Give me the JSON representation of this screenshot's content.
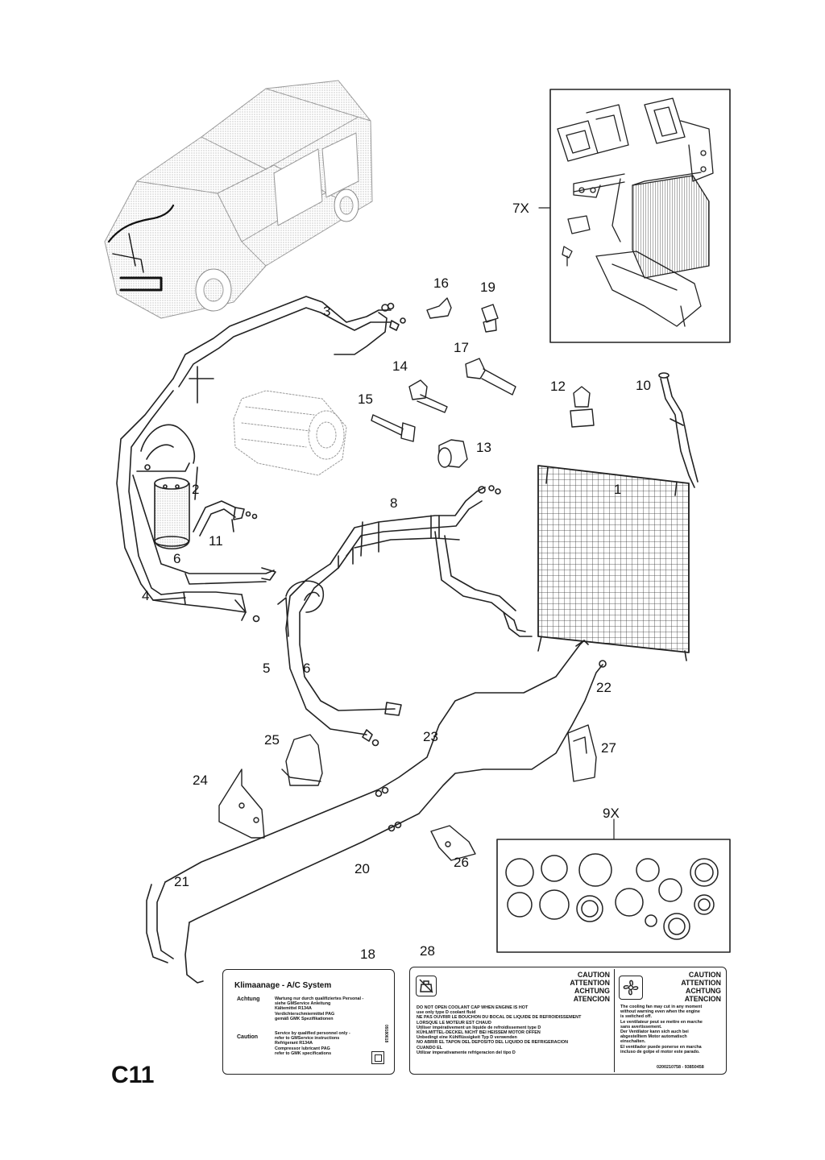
{
  "page": {
    "code": "C11"
  },
  "callouts": {
    "c1": "1",
    "c2": "2",
    "c3": "3",
    "c4": "4",
    "c5": "5",
    "c6a": "6",
    "c6b": "6",
    "c7x": "7X",
    "c8": "8",
    "c9x": "9X",
    "c10": "10",
    "c11": "11",
    "c12": "12",
    "c13": "13",
    "c14": "14",
    "c15": "15",
    "c16": "16",
    "c17": "17",
    "c18": "18",
    "c19": "19",
    "c20": "20",
    "c21": "21",
    "c22": "22",
    "c23": "23",
    "c24": "24",
    "c25": "25",
    "c26": "26",
    "c27": "27",
    "c28": "28"
  },
  "label18": {
    "title": "Klimaanage - A/C System",
    "achtung": "Achtung",
    "achtung_text": [
      "Wartung nur durch qualifiziertes Personal -",
      "siehe GMService Anleitung",
      "Kältemittel R134A",
      "Verdichterschmiermittel PAG",
      "gemäß GMK Spezifikationen"
    ],
    "caution": "Caution",
    "caution_text": [
      "Service by qualified personnel only -",
      "refer to GMService instructions",
      "Refrigerant R134A",
      "Compressor lubricant PAG",
      "refer to GMK specifications"
    ],
    "code": "09180618"
  },
  "label28": {
    "caution_left": [
      "CAUTION",
      "ATTENTION",
      "ACHTUNG",
      "ATENCION"
    ],
    "caution_right": [
      "CAUTION",
      "ATTENTION",
      "ACHTUNG",
      "ATENCION"
    ],
    "left_text": [
      "DO NOT OPEN COOLANT CAP WHEN ENGINE IS HOT",
      "use only type D coolant fluid",
      "NE PAS OUVRIR LE BOUCHON DU BOCAL DE LIQUIDE DE REFROIDISSEMENT",
      "LORSQUE LE MOTEUR EST CHAUD",
      "Utiliser impérativement un liquide de refroidissement type D",
      "KÜHLMITTEL-DECKEL NICHT BEI HEISSEM MOTOR OFFEN",
      "Unbedingt eine Kühlflüssigkeit Typ D verwenden",
      "NO ABRIR EL TAPON DEL DEPOSITO DEL LIQUIDO DE REFRIGERACION",
      "CUANDO EL",
      "Utilizar imperativamente refrigeracion del tipo D"
    ],
    "right_text": [
      "The cooling fan may cut in any moment",
      "without warning even when the engine",
      "is switched off.",
      "Le ventilateur peut se mettre en marche",
      "sans avertissement.",
      "Der Ventilator kann sich auch bei",
      "abgestelltem Motor automatisch",
      "einschalten.",
      "El ventilador puede ponerse en marcha",
      "incluso de golpe el motor este parado."
    ],
    "code": "0200210758 - 93850458"
  }
}
